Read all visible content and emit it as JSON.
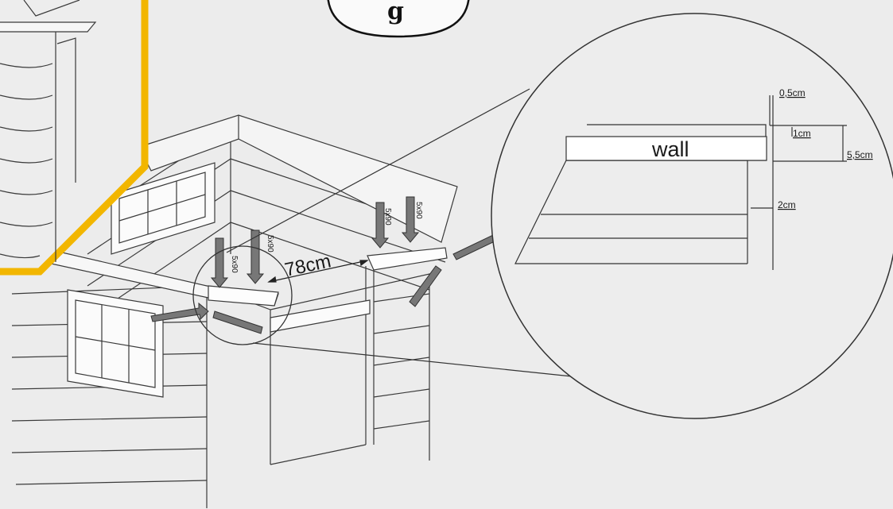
{
  "colors": {
    "background": "#ececec",
    "accent_frame": "#f2b600",
    "line": "#3a3a3a",
    "arrow": "#666666"
  },
  "labels": {
    "bubble_partial": "g",
    "wall": "wall",
    "gap_top": "0,5cm",
    "thickness_top": "1cm",
    "total_height": "5,5cm",
    "overhang": "2cm",
    "spacing": "78cm",
    "screw": "5x90"
  }
}
